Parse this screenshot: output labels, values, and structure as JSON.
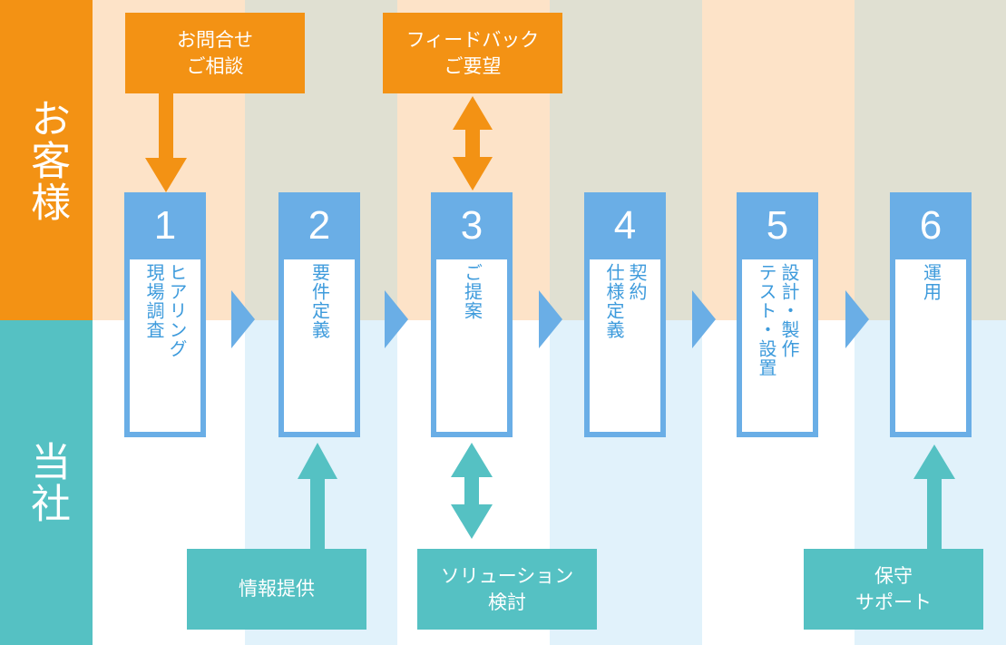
{
  "roles": {
    "customer": "お客様",
    "company": "当社"
  },
  "steps": [
    {
      "num": "1",
      "label": "ヒアリング\n現場調査"
    },
    {
      "num": "2",
      "label": "要件定義"
    },
    {
      "num": "3",
      "label": "ご提案"
    },
    {
      "num": "4",
      "label": "契約\n仕様定義"
    },
    {
      "num": "5",
      "label": "設計・製作\nテスト・設置"
    },
    {
      "num": "6",
      "label": "運用"
    }
  ],
  "customer_boxes": {
    "inquiry": "お問合せ\nご相談",
    "feedback": "フィードバック\nご要望"
  },
  "company_boxes": {
    "info": "情報提供",
    "solution": "ソリューション\n検討",
    "support": "保守\nサポート"
  },
  "colors": {
    "orange": "#f39214",
    "teal": "#55c1c3",
    "blue": "#6aaee6",
    "step_text": "#3e9bdc",
    "peach": "#fde3c8",
    "sage": "#e0e0d2",
    "light_blue": "#e1f2fb"
  }
}
